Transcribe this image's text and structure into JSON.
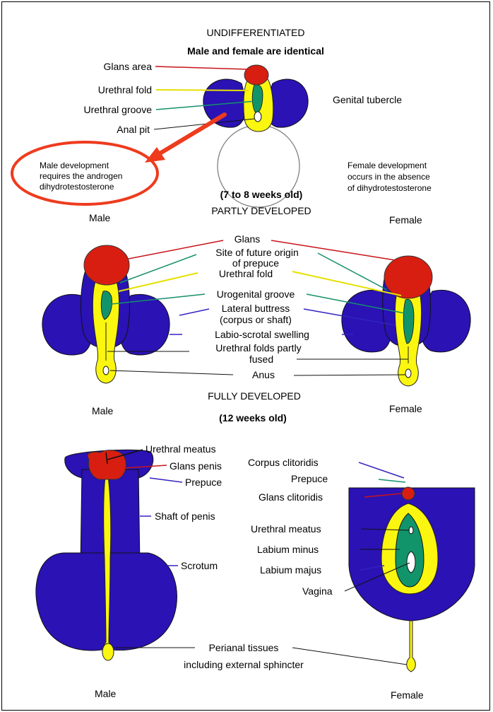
{
  "colors": {
    "blue": "#2a12b4",
    "red": "#d81e10",
    "yellow": "#fbf60f",
    "green": "#12946a",
    "arrow": "#ee3b1e",
    "line_red": "#c8141a",
    "line_yellow": "#e6e000",
    "line_green": "#15906b",
    "line_blue": "#3322c0"
  },
  "stage1": {
    "title": "UNDIFFERENTIATED",
    "subtitle": "Male and female are identical",
    "labels": {
      "glans_area": "Glans area",
      "urethral_fold": "Urethral fold",
      "urethral_groove": "Urethral groove",
      "anal_pit": "Anal pit",
      "genital_tubercle": "Genital tubercle"
    },
    "age": "(7 to 8 weeks old)",
    "male_note": [
      "Male development",
      "requires the androgen",
      "dihydrotestosterone"
    ],
    "female_note": [
      "Female development",
      "occurs in the absence",
      "of dihydrotestosterone"
    ]
  },
  "stage2": {
    "title": "PARTLY DEVELOPED",
    "male": "Male",
    "female": "Female",
    "labels": {
      "glans": "Glans",
      "prepuce_1": "Site of future origin",
      "prepuce_2": "of prepuce",
      "urethral_fold": "Urethral fold",
      "urogenital_groove": "Urogenital groove",
      "lateral_buttress_1": "Lateral buttress",
      "lateral_buttress_2": "(corpus or shaft)",
      "labio_scrotal": "Labio-scrotal swelling",
      "folds_fused_1": "Urethral folds partly",
      "folds_fused_2": "fused",
      "anus": "Anus"
    }
  },
  "stage3": {
    "title": "FULLY DEVELOPED",
    "male": "Male",
    "female": "Female",
    "age": "(12 weeks old)",
    "male_labels": {
      "urethral_meatus": "Urethral meatus",
      "glans_penis": "Glans penis",
      "prepuce": "Prepuce",
      "shaft": "Shaft of penis",
      "scrotum": "Scrotum"
    },
    "female_labels": {
      "corpus_clitoridis": "Corpus clitoridis",
      "prepuce": "Prepuce",
      "glans_clitoridis": "Glans clitoridis",
      "urethral_meatus": "Urethral meatus",
      "labium_minus": "Labium minus",
      "labium_majus": "Labium majus",
      "vagina": "Vagina"
    },
    "perianal_1": "Perianal tissues",
    "perianal_2": "including external sphincter",
    "bottom_male": "Male",
    "bottom_female": "Female"
  }
}
